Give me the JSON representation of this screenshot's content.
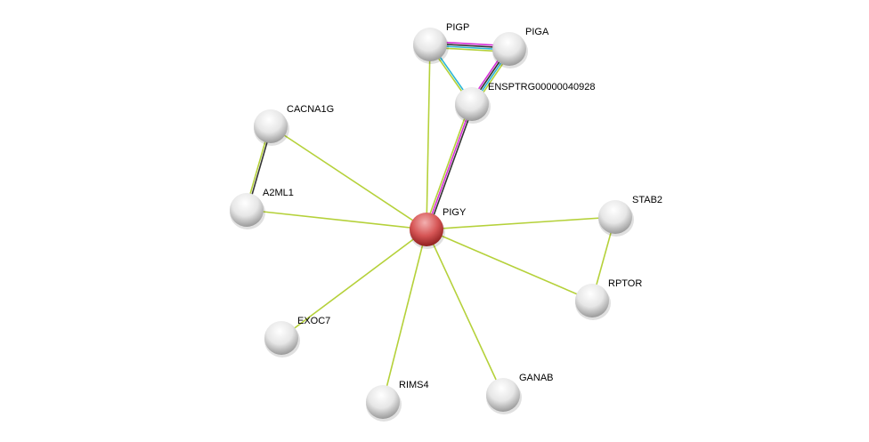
{
  "network": {
    "query_node": "PIGY",
    "nodes": [
      {
        "id": "PIGP",
        "label": "PIGP",
        "color": "#e8e8e8"
      },
      {
        "id": "PIGA",
        "label": "PIGA",
        "color": "#e8e8e8"
      },
      {
        "id": "ENSP",
        "label": "ENSPTRG00000040928",
        "color": "#e8e8e8"
      },
      {
        "id": "CACNA1G",
        "label": "CACNA1G",
        "color": "#e8e8e8"
      },
      {
        "id": "A2ML1",
        "label": "A2ML1",
        "color": "#e8e8e8"
      },
      {
        "id": "PIGY",
        "label": "PIGY",
        "color": "#d9534f"
      },
      {
        "id": "STAB2",
        "label": "STAB2",
        "color": "#e8e8e8"
      },
      {
        "id": "RPTOR",
        "label": "RPTOR",
        "color": "#e8e8e8"
      },
      {
        "id": "EXOC7",
        "label": "EXOC7",
        "color": "#e8e8e8"
      },
      {
        "id": "RIMS4",
        "label": "RIMS4",
        "color": "#e8e8e8"
      },
      {
        "id": "GANAB",
        "label": "GANAB",
        "color": "#e8e8e8"
      }
    ],
    "edges": [
      {
        "source": "PIGP",
        "target": "PIGA",
        "colors": [
          "#d62dd6",
          "#333333",
          "#2bb6d6",
          "#b5d13a"
        ]
      },
      {
        "source": "PIGP",
        "target": "ENSP",
        "colors": [
          "#2bb6d6",
          "#b5d13a"
        ]
      },
      {
        "source": "PIGA",
        "target": "ENSP",
        "colors": [
          "#b5d13a",
          "#2bb6d6",
          "#333333",
          "#d62dd6"
        ]
      },
      {
        "source": "ENSP",
        "target": "PIGY",
        "colors": [
          "#333333",
          "#d62dd6",
          "#b5d13a"
        ]
      },
      {
        "source": "PIGP",
        "target": "PIGY",
        "colors": [
          "#b5d13a"
        ]
      },
      {
        "source": "CACNA1G",
        "target": "A2ML1",
        "colors": [
          "#333333",
          "#b5d13a"
        ]
      },
      {
        "source": "CACNA1G",
        "target": "PIGY",
        "colors": [
          "#b5d13a"
        ]
      },
      {
        "source": "A2ML1",
        "target": "PIGY",
        "colors": [
          "#b5d13a"
        ]
      },
      {
        "source": "STAB2",
        "target": "PIGY",
        "colors": [
          "#b5d13a"
        ]
      },
      {
        "source": "STAB2",
        "target": "RPTOR",
        "colors": [
          "#b5d13a"
        ]
      },
      {
        "source": "RPTOR",
        "target": "PIGY",
        "colors": [
          "#b5d13a"
        ]
      },
      {
        "source": "EXOC7",
        "target": "PIGY",
        "colors": [
          "#b5d13a"
        ]
      },
      {
        "source": "RIMS4",
        "target": "PIGY",
        "colors": [
          "#b5d13a"
        ]
      },
      {
        "source": "GANAB",
        "target": "PIGY",
        "colors": [
          "#b5d13a"
        ]
      }
    ]
  }
}
